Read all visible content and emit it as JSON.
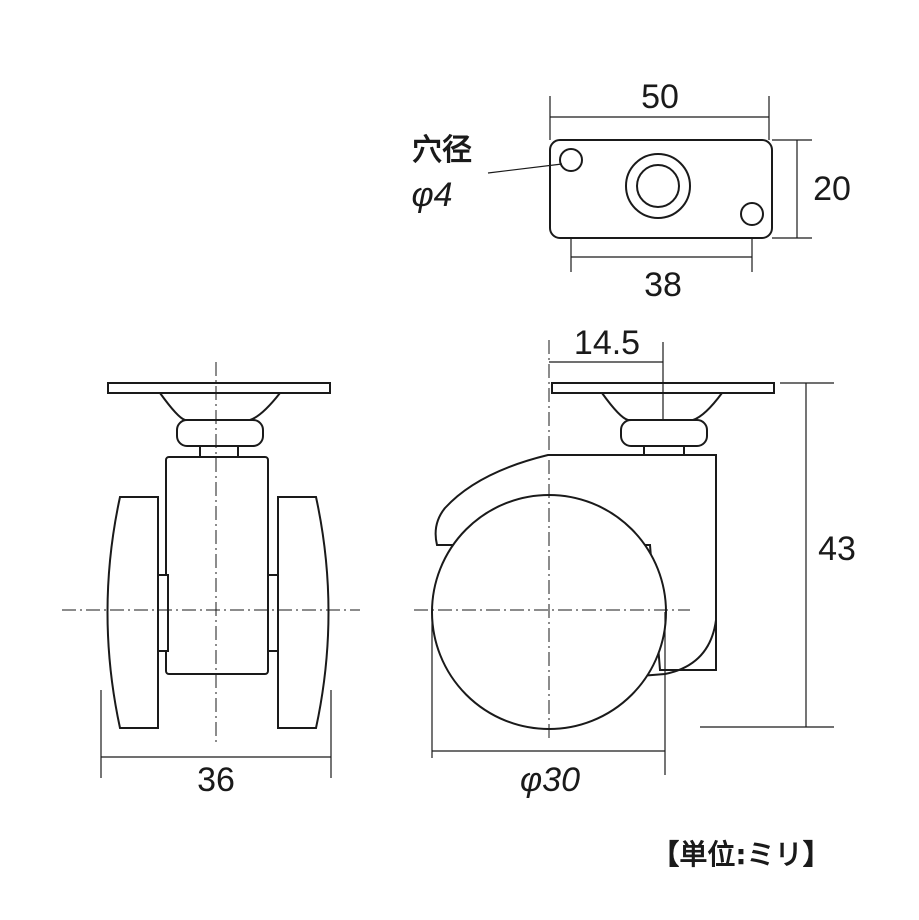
{
  "plate_view": {
    "width_label": "50",
    "height_label": "20",
    "hole_pitch_label": "38",
    "hole_note_line1": "穴径",
    "hole_note_line2": "φ4"
  },
  "front_view": {
    "width_label": "36"
  },
  "side_view": {
    "offset_label": "14.5",
    "height_label": "43",
    "wheel_diameter_label": "φ30"
  },
  "unit_note": "【単位:ミリ】"
}
